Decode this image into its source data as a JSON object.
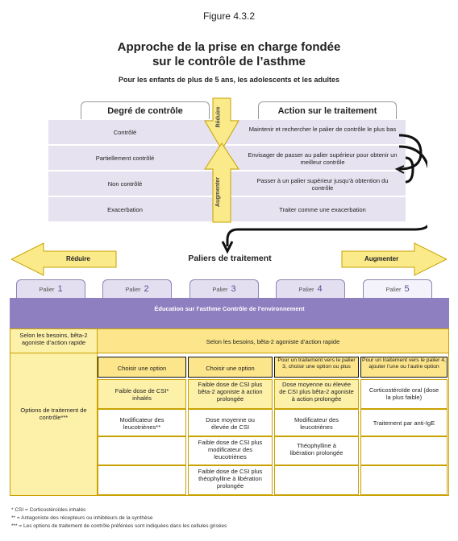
{
  "figure_label": "Figure 4.3.2",
  "title_line1": "Approche de la prise en charge fondée",
  "title_line2": "sur le contrôle de l’asthme",
  "subtitle": "Pour les enfants de plus de 5 ans, les adolescents et les adultes",
  "control": {
    "left_header": "Degré de contrôle",
    "right_header": "Action sur le traitement",
    "rows": [
      {
        "level": "Contrôlé",
        "action": "Maintenir et rechercher le palier de contrôle le plus bas"
      },
      {
        "level": "Partiellement contrôlé",
        "action": "Envisager de passer au palier supérieur pour obtenir un meilleur contrôle"
      },
      {
        "level": "Non contrôlé",
        "action": "Passer à un palier supérieur jusqu’à obtention du contrôle"
      },
      {
        "level": "Exacerbation",
        "action": "Traiter comme une exacerbation"
      }
    ],
    "reduire_vertical": "Réduire",
    "augmenter_vertical": "Augmenter"
  },
  "steps": {
    "left_arrow": "Réduire",
    "right_arrow": "Augmenter",
    "title": "Paliers de traitement",
    "palier_word": "Palier",
    "numbers": [
      "1",
      "2",
      "3",
      "4",
      "5"
    ]
  },
  "education": "Éducation sur l’asthme Contrôle de l’environnement",
  "as_needed_left": "Selon les besoins, bêta-2 agoniste d’action rapide",
  "as_needed_right": "Selon les besoins, bêta-2 agoniste d’action rapide",
  "options_label": "Options de traitement de contrôle***",
  "col_headers": [
    "Choisir une option",
    "Choisir une option",
    "Pour un traitement vers le palier 3, choisir une option ou plus",
    "Pour un traitement vers le palier 4, ajouter l’une ou l’autre option"
  ],
  "cells": {
    "c1r1": "Faible dose de CSI* inhalés",
    "c1r2": "Modificateur des leucotriènes**",
    "c2r1": "Faible dose de CSI plus bêta-2 agoniste à action prolongée",
    "c2r2": "Dose moyenne ou élevée de CSI",
    "c2r3": "Faible dose de CSI plus modificateur des leucotriènes",
    "c2r4": "Faible dose de CSI plus théophylline à libération prolongée",
    "c3r1": "Dose moyenne ou élevée de CSI plus bêta-2 agoniste à action prolongée",
    "c3r2": "Modificateur des leucotriènes",
    "c3r3": "Théophylline à libération prolongée",
    "c4r1": "Corticostéroïde oral (dose la plus faible)",
    "c4r2": "Traitement par anti-IgE"
  },
  "footnotes": [
    "* CSI = Corticostéroïdes inhalés",
    "** = Antagoniste des récepteurs ou inhibiteurs de la synthèse",
    "*** = Les options de traitement de contrôle préférées sont indiquées dans les cellules grisées"
  ],
  "colors": {
    "lavender": "#e6e2ef",
    "purple": "#8e7fc0",
    "yellow": "#fce58a",
    "light_yellow": "#fdf0a8"
  }
}
